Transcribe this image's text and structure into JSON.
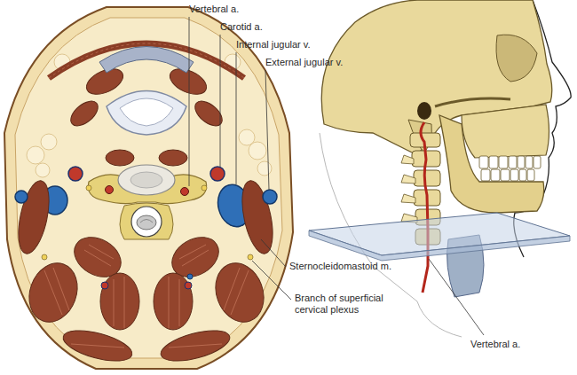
{
  "diagram": {
    "labels": [
      "Vertebral a.",
      "Carotid a.",
      "Internal jugular v.",
      "External jugular v.",
      "Sternocleidomastoid m.",
      "Branch of superficial cervical plexus",
      "Vertebral a."
    ]
  }
}
